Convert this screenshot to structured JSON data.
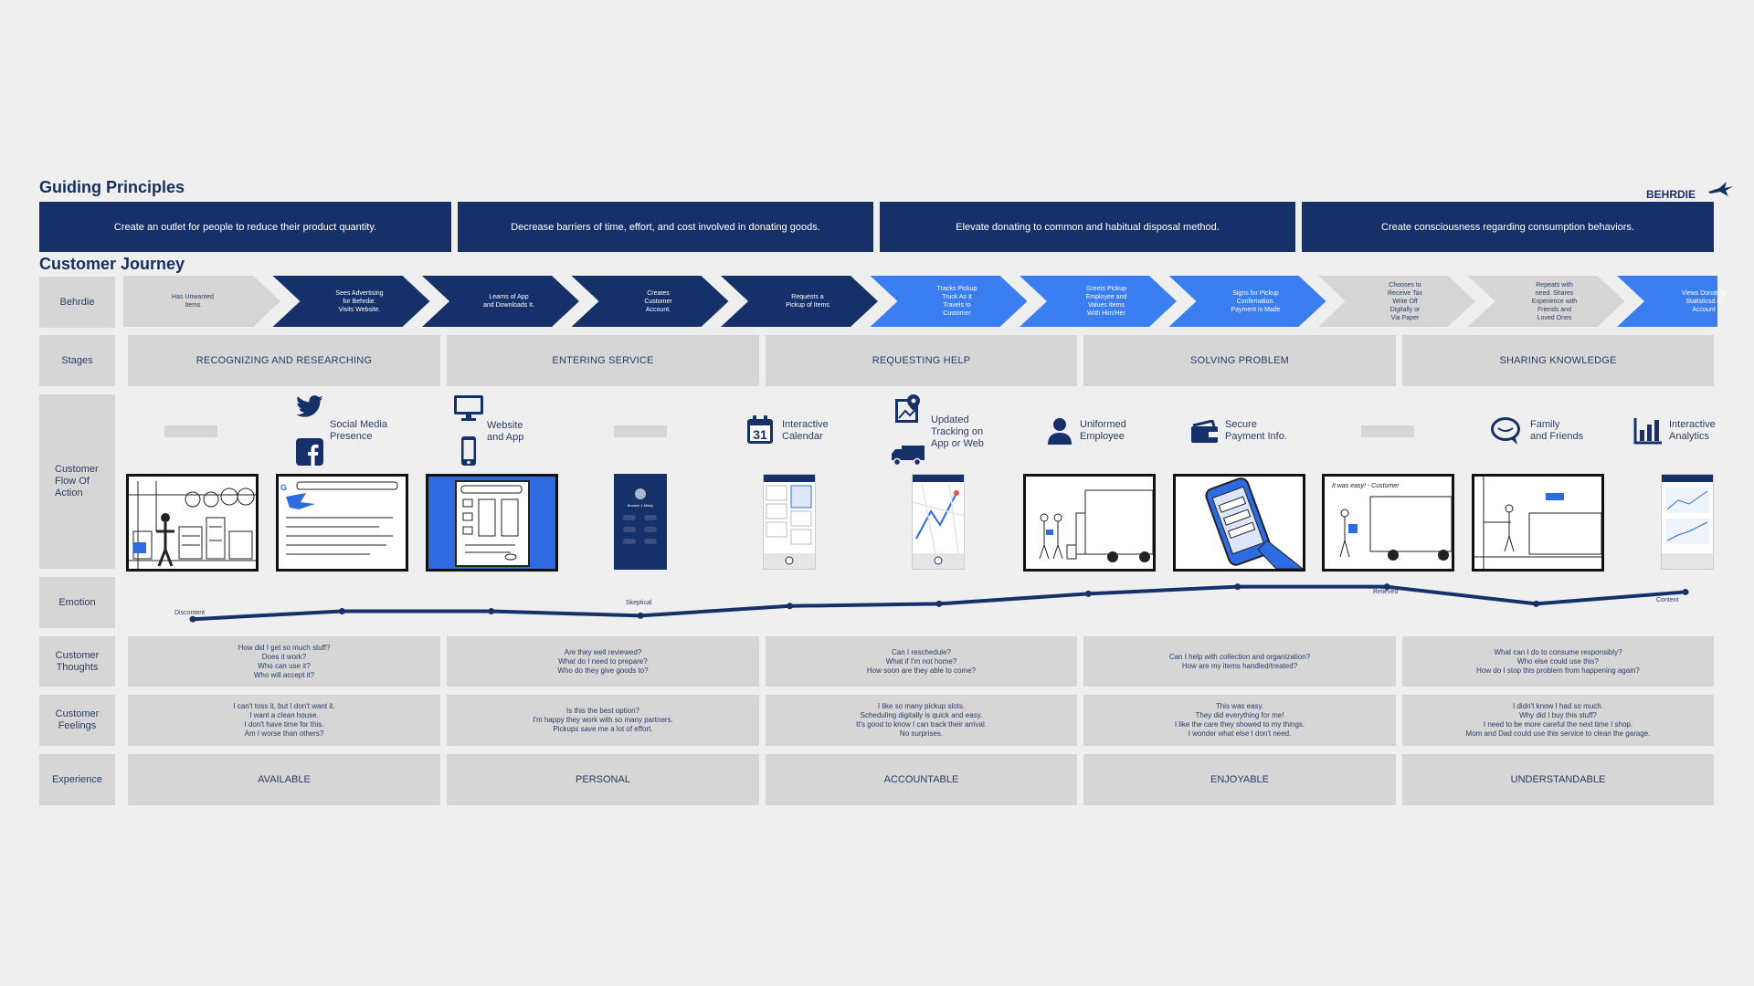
{
  "guiding_principles": {
    "title": "Guiding Principles",
    "items": [
      "Create an outlet for people to reduce their product quantity.",
      "Decrease barriers of time, effort, and cost involved in donating goods.",
      "Elevate donating to common and habitual disposal method.",
      "Create consciousness regarding consumption behaviors."
    ]
  },
  "logo": {
    "text": "BEHRDIE"
  },
  "customer_journey": {
    "title": "Customer Journey",
    "row_labels": {
      "behrdie": "Behrdie",
      "stages": "Stages",
      "flow": "Customer\nFlow Of\nAction",
      "emotion": "Emotion",
      "thoughts": "Customer\nThoughts",
      "feelings": "Customer\nFeelings",
      "experience": "Experience"
    },
    "behrdie_steps": [
      {
        "text": "Has Unwanted\nItems",
        "style": "light"
      },
      {
        "text": "Sees Advertising\nfor Behrdie.\nVisits Website.",
        "style": "dark"
      },
      {
        "text": "Learns of App\nand Downloads It.",
        "style": "dark"
      },
      {
        "text": "Creates\nCustomer\nAccount.",
        "style": "dark"
      },
      {
        "text": "Requests a\nPickup of Items",
        "style": "dark"
      },
      {
        "text": "Tracks Pickup\nTruck As It\nTravels to\nCustomer",
        "style": "bright"
      },
      {
        "text": "Greets Pickup\nEmployee and\nValues Items\nWith Him/Her",
        "style": "bright"
      },
      {
        "text": "Signs for Pickup\nConfirmation.\nPayment is Made",
        "style": "bright"
      },
      {
        "text": "Chooses to\nReceive Tax\nWrite Off\nDigitally or\nVia Paper",
        "style": "light"
      },
      {
        "text": "Repeats with\nneed. Shares\nExperience with\nFriends and\nLoved Ones",
        "style": "light"
      },
      {
        "text": "Views Donating\nStatisticsd in\nAccount",
        "style": "bright"
      }
    ],
    "stages": [
      "RECOGNIZING AND RESEARCHING",
      "ENTERING SERVICE",
      "REQUESTING HELP",
      "SOLVING PROBLEM",
      "SHARING KNOWLEDGE"
    ],
    "touchpoints": [
      {
        "label": "",
        "icon": "placeholder"
      },
      {
        "label": "Social Media\nPresence",
        "icon": "twitter-facebook-icon"
      },
      {
        "label": "Website\nand App",
        "icon": "monitor-phone-icon"
      },
      {
        "label": "",
        "icon": "placeholder"
      },
      {
        "label": "Interactive\nCalendar",
        "icon": "calendar-icon"
      },
      {
        "label": "Updated\nTracking on\nApp or Web",
        "icon": "map-truck-icon"
      },
      {
        "label": "Uniformed\nEmployee",
        "icon": "person-icon"
      },
      {
        "label": "Secure\nPayment Info.",
        "icon": "wallet-icon"
      },
      {
        "label": "",
        "icon": "placeholder"
      },
      {
        "label": "Family\nand Friends",
        "icon": "chat-icon"
      },
      {
        "label": "Interactive\nAnalytics",
        "icon": "bar-chart-icon"
      }
    ],
    "calendar_day": "31",
    "phone_app_caption": "Browse 1 Mishy",
    "sketch_easy_text": "It was easy! - Customer",
    "emotion_labels": [
      "Discontent",
      "Skeptical",
      "Relieved",
      "Content"
    ],
    "emotion_levels": [
      0.1,
      0.28,
      0.28,
      0.18,
      0.4,
      0.45,
      0.68,
      0.84,
      0.84,
      0.45,
      0.72
    ],
    "thoughts": [
      "How did I get so much stuff?\nDoes it work?\nWho can use it?\nWho will accept it?",
      "Are they well reviewed?\nWhat do I need to prepare?\nWho do they give goods to?",
      "Can I reschedule?\nWhat if I'm not home?\nHow soon are they able to come?",
      "Can I help with  collection and organization?\nHow are my items handled/treated?",
      "What can I do to consume responsibly?\nWho else could use this?\nHow do I stop this problem from happening again?"
    ],
    "feelings": [
      "I can't toss it, but I don't want it.\nI want a clean house.\nI don't have time for this.\nAm I worse than others?",
      "Is this the best option?\nI'm happy they work with so many partners.\nPickups save me a lot of effort.",
      "I like so many pickup slots.\nScheduling digitally is quick and easy.\nIt's good to know I can track their arrival.\nNo surprises.",
      "This was easy.\nThey did everything for me!\nI like the care they showed to my things.\nI wonder what else I don't need.",
      "I didn't know I had so much.\nWhy did I buy this stuff?\nI need to be more careful the next time I shop.\nMom and Dad could use this service to clean the garage."
    ],
    "experience": [
      "AVAILABLE",
      "PERSONAL",
      "ACCOUNTABLE",
      "ENJOYABLE",
      "UNDERSTANDABLE"
    ]
  },
  "colors": {
    "navy": "#16316a",
    "bright_blue": "#3a7ef2",
    "light_gray": "#d6d6d6",
    "background": "#efefef"
  }
}
